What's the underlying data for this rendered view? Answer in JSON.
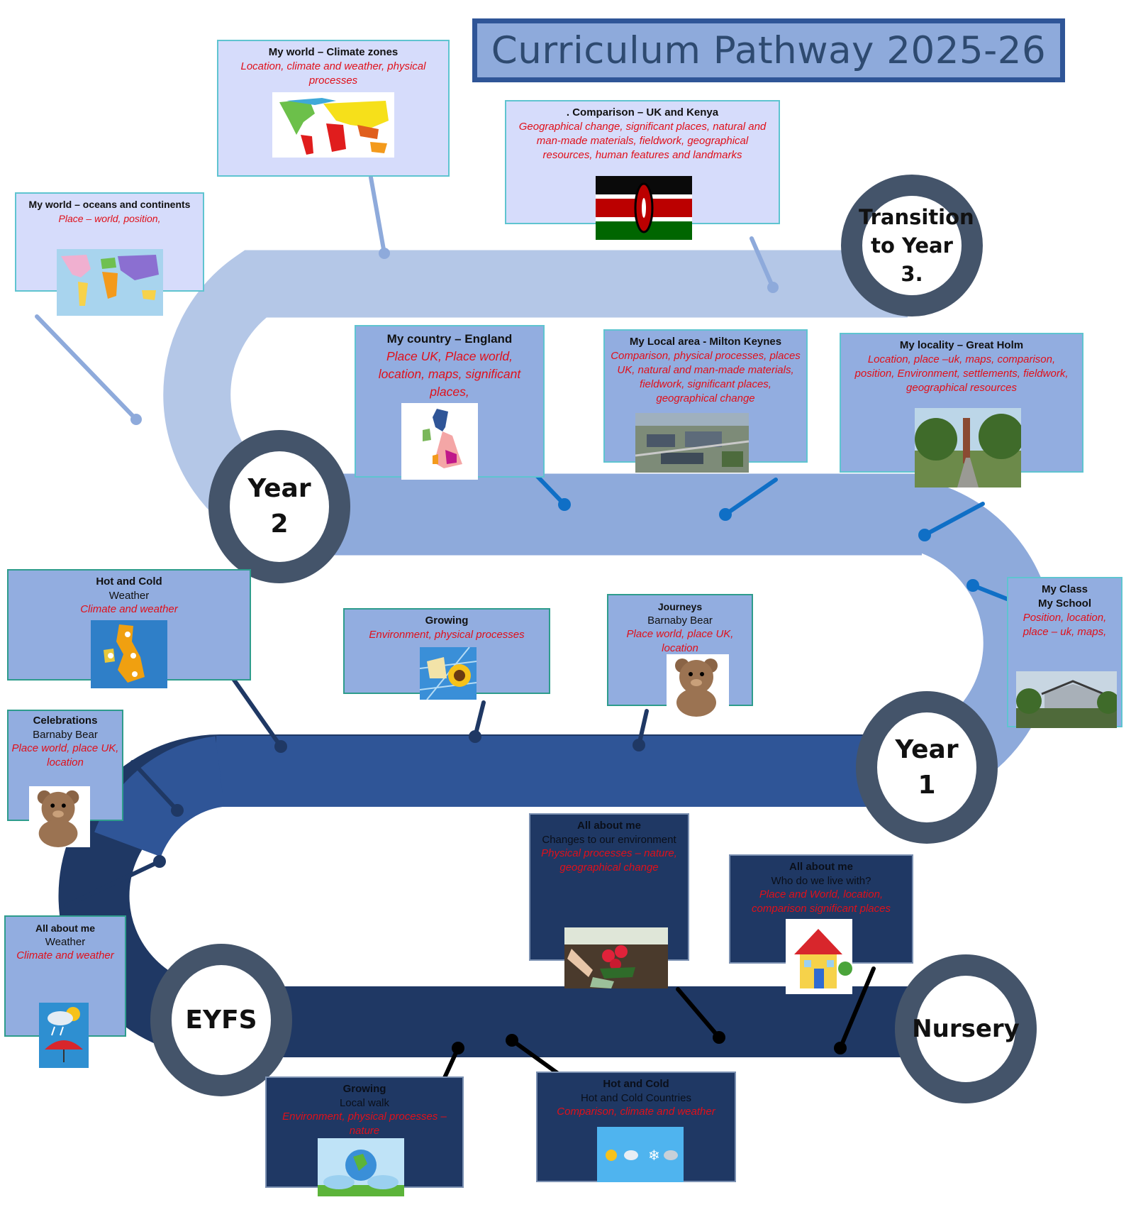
{
  "title": "Curriculum Pathway 2025-26",
  "stages": {
    "transition": "Transition to Year 3.",
    "year2": "Year 2",
    "year1": "Year 1",
    "eyfs": "EYFS",
    "nursery": "Nursery"
  },
  "topics": {
    "climate_zones": {
      "title": "My world – Climate zones",
      "keywords": "Location, climate and weather, physical processes"
    },
    "uk_kenya": {
      "title": ". Comparison – UK and Kenya",
      "keywords": "Geographical change, significant places, natural and man-made materials, fieldwork, geographical resources, human features and landmarks"
    },
    "oceans": {
      "title": "My world – oceans and continents",
      "keywords": "Place – world, position,"
    },
    "england": {
      "title": "My country – England",
      "keywords": "Place UK, Place world, location, maps, significant places,"
    },
    "milton_keynes": {
      "title": "My Local area - Milton Keynes",
      "keywords": "Comparison, physical processes, places UK, natural and man-made materials, fieldwork, significant places, geographical change"
    },
    "great_holm": {
      "title": "My locality – Great Holm",
      "keywords": "Location, place –uk, maps, comparison, position, Environment, settlements, fieldwork, geographical resources"
    },
    "hot_cold_y1": {
      "title": "Hot and Cold",
      "subtitle": "Weather",
      "keywords": "Climate and weather"
    },
    "growing_y1": {
      "title": "Growing",
      "keywords": "Environment, physical processes"
    },
    "journeys": {
      "title": "Journeys",
      "subtitle": "Barnaby Bear",
      "keywords": "Place world, place UK, location"
    },
    "my_class": {
      "title": "My Class",
      "title2": "My School",
      "keywords": "Position, location, place – uk, maps,"
    },
    "celebrations": {
      "title": "Celebrations",
      "subtitle": "Barnaby Bear",
      "keywords": "Place world, place UK, location"
    },
    "about_me_env": {
      "title": "All about me",
      "subtitle": "Changes to our environment",
      "keywords": "Physical processes – nature, geographical change"
    },
    "about_me_live": {
      "title": "All about me",
      "subtitle": "Who do we live with?",
      "keywords": "Place and World, location, comparison significant places"
    },
    "about_me_weather": {
      "title": "All about me",
      "subtitle": "Weather",
      "keywords": "Climate and weather"
    },
    "growing_walk": {
      "title": "Growing",
      "subtitle": "Local walk",
      "keywords": "Environment, physical processes – nature"
    },
    "hot_cold_countries": {
      "title": "Hot and Cold",
      "subtitle": "Hot and Cold Countries",
      "keywords": "Comparison, climate and weather"
    }
  },
  "colors": {
    "road_top": "#b4c7e7",
    "road_mid": "#8eaadb",
    "road_y1": "#2f5597",
    "road_bottom": "#1f3864",
    "stage_ring": "#44546a",
    "keyword_red": "#e0101a"
  }
}
